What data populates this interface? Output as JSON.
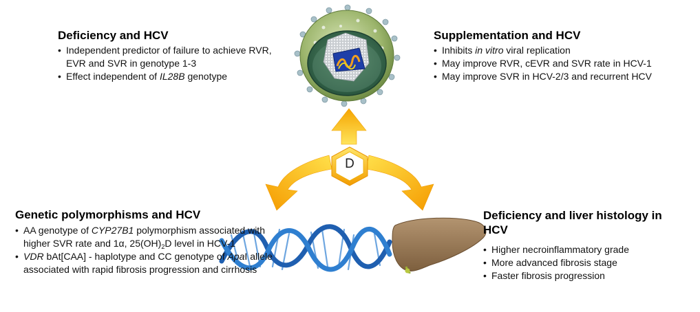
{
  "top_left": {
    "title": "Deficiency and HCV",
    "items": [
      [
        {
          "t": "Independent predictor of failure to achieve RVR, EVR and SVR in genotype 1-3"
        }
      ],
      [
        {
          "t": "Effect independent of "
        },
        {
          "t": "IL28B",
          "i": true
        },
        {
          "t": " genotype"
        }
      ]
    ]
  },
  "top_right": {
    "title": "Supplementation and HCV",
    "items": [
      [
        {
          "t": "Inhibits "
        },
        {
          "t": "in vitro",
          "i": true
        },
        {
          "t": " viral replication"
        }
      ],
      [
        {
          "t": "May improve RVR, cEVR and SVR rate in HCV-1"
        }
      ],
      [
        {
          "t": "May improve SVR in HCV-2/3 and recurrent HCV"
        }
      ]
    ]
  },
  "bottom_left": {
    "title": "Genetic polymorphisms and HCV",
    "items": [
      [
        {
          "t": "AA genotype of "
        },
        {
          "t": "CYP27B1",
          "i": true
        },
        {
          "t": " polymorphism associated with higher SVR rate and 1α, 25(OH)"
        },
        {
          "t": "2",
          "sub": true
        },
        {
          "t": "D level in HCV-1"
        }
      ],
      [
        {
          "t": "VDR",
          "i": true
        },
        {
          "t": " bAt[CAA] - haplotype and CC genotype of "
        },
        {
          "t": "Apa",
          "i": true
        },
        {
          "t": "I allele associated with rapid fibrosis progression and cirrhosis"
        }
      ]
    ]
  },
  "bottom_right": {
    "title": "Deficiency and liver histology in HCV",
    "items": [
      [
        {
          "t": "Higher necroinflammatory grade"
        }
      ],
      [
        {
          "t": "More advanced fibrosis stage"
        }
      ],
      [
        {
          "t": "Faster fibrosis progression"
        }
      ]
    ]
  },
  "center": {
    "label": "D"
  },
  "colors": {
    "arrow_light": "#ffd21a",
    "arrow_dark": "#f59b00",
    "dna": "#2a6ec0",
    "liver": "#9a7a55",
    "virus_outer": "#8fa860",
    "virus_inner": "#3d7050"
  },
  "icons": [
    "virus-icon",
    "vitamin-d-hexagon-icon",
    "dna-helix-icon",
    "liver-icon"
  ]
}
